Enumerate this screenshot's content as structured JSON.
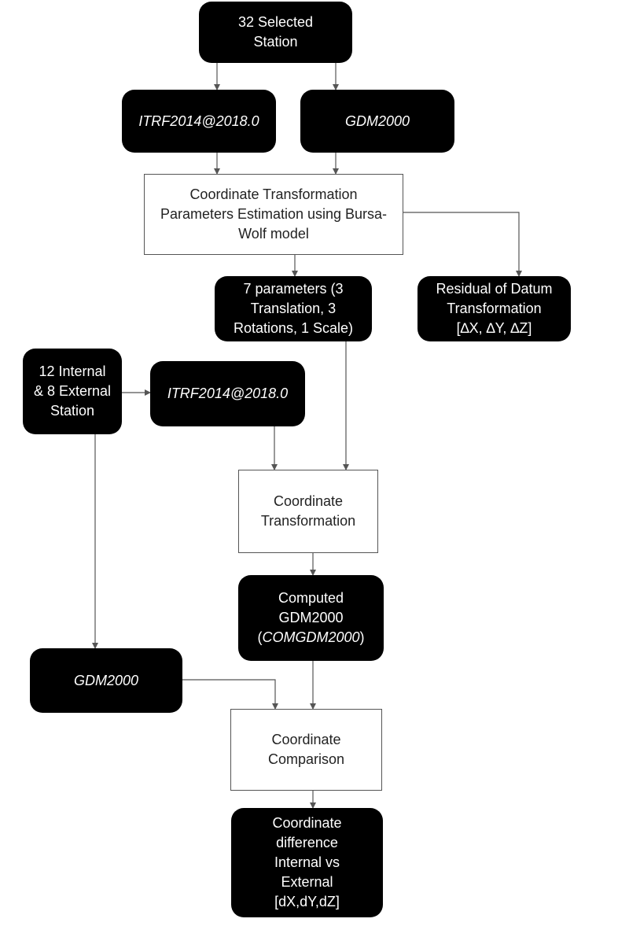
{
  "nodes": {
    "selected_station": {
      "lines": [
        "32 Selected",
        "Station"
      ]
    },
    "itrf_top": {
      "text": "ITRF2014@2018.0"
    },
    "gdm_top": {
      "text": "GDM2000"
    },
    "estimation": {
      "lines": [
        "Coordinate Transformation",
        "Parameters Estimation using Bursa-",
        "Wolf model"
      ]
    },
    "seven_params": {
      "lines": [
        "7 parameters (3",
        "Translation, 3",
        "Rotations, 1 Scale)"
      ]
    },
    "residual": {
      "lines": [
        "Residual of Datum",
        "Transformation",
        "[∆X, ∆Y, ∆Z]"
      ]
    },
    "internal_external": {
      "lines": [
        "12 Internal",
        "& 8 External",
        "Station"
      ]
    },
    "itrf_mid": {
      "text": "ITRF2014@2018.0"
    },
    "coord_transformation": {
      "lines": [
        "Coordinate",
        "Transformation"
      ]
    },
    "computed": {
      "line1": "Computed",
      "line2": "GDM2000",
      "line3_open": "(",
      "line3_italic": "COMGDM2000",
      "line3_close": ")"
    },
    "gdm_bottom": {
      "text": "GDM2000"
    },
    "comparison": {
      "lines": [
        "Coordinate",
        "Comparison"
      ]
    },
    "difference": {
      "lines": [
        "Coordinate",
        "difference",
        "Internal vs",
        "External",
        "[dX,dY,dZ]"
      ]
    }
  },
  "colors": {
    "dark_box": "#000000",
    "dark_text": "#ffffff",
    "light_border": "#555555",
    "arrow": "#555555"
  }
}
